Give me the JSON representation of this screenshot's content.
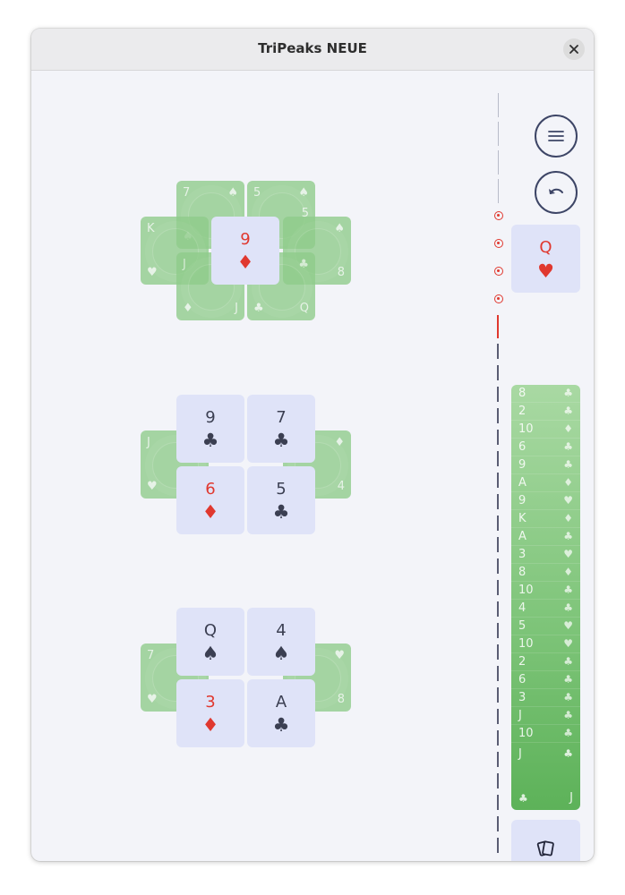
{
  "window": {
    "title": "TriPeaks NEUE"
  },
  "peaks": [
    {
      "back_cards": [
        {
          "rank_tl": "7",
          "suit_tr": "♠",
          "suit_bl": "♠",
          "rank_br": ""
        },
        {
          "rank_tl": "5",
          "suit_tr": "♠",
          "suit_bl": "",
          "rank_br": "5"
        },
        {
          "rank_tl": "K",
          "suit_tr": "",
          "suit_bl": "♥",
          "rank_br": ""
        },
        {
          "rank_tl": "",
          "suit_tr": "♠",
          "suit_bl": "",
          "rank_br": "8"
        },
        {
          "rank_tl": "J",
          "suit_tr": "",
          "suit_bl": "♦",
          "rank_br": "J"
        },
        {
          "rank_tl": "",
          "suit_tr": "♣",
          "suit_bl": "♣",
          "rank_br": "Q"
        }
      ],
      "face_cards": [
        {
          "rank": "9",
          "suit": "♦",
          "color": "red"
        }
      ]
    },
    {
      "back_cards": [
        {
          "rank_tl": "J",
          "suit_tr": "",
          "suit_bl": "♥",
          "rank_br": ""
        },
        {
          "rank_tl": "",
          "suit_tr": "♦",
          "suit_bl": "",
          "rank_br": "4"
        }
      ],
      "face_cards": [
        {
          "rank": "9",
          "suit": "♣",
          "color": "black"
        },
        {
          "rank": "7",
          "suit": "♣",
          "color": "black"
        },
        {
          "rank": "6",
          "suit": "♦",
          "color": "red"
        },
        {
          "rank": "5",
          "suit": "♣",
          "color": "black"
        }
      ]
    },
    {
      "back_cards": [
        {
          "rank_tl": "7",
          "suit_tr": "",
          "suit_bl": "♥",
          "rank_br": ""
        },
        {
          "rank_tl": "",
          "suit_tr": "♥",
          "suit_bl": "",
          "rank_br": "8"
        }
      ],
      "face_cards": [
        {
          "rank": "Q",
          "suit": "♠",
          "color": "black"
        },
        {
          "rank": "4",
          "suit": "♠",
          "color": "black"
        },
        {
          "rank": "3",
          "suit": "♦",
          "color": "red"
        },
        {
          "rank": "A",
          "suit": "♣",
          "color": "black"
        }
      ]
    }
  ],
  "waste": {
    "rank": "Q",
    "suit": "♥",
    "color": "red"
  },
  "stock": {
    "rows": [
      {
        "rank": "8",
        "suit": "♣"
      },
      {
        "rank": "2",
        "suit": "♣"
      },
      {
        "rank": "10",
        "suit": "♦"
      },
      {
        "rank": "6",
        "suit": "♣"
      },
      {
        "rank": "9",
        "suit": "♣"
      },
      {
        "rank": "A",
        "suit": "♦"
      },
      {
        "rank": "9",
        "suit": "♥"
      },
      {
        "rank": "K",
        "suit": "♦"
      },
      {
        "rank": "A",
        "suit": "♣"
      },
      {
        "rank": "3",
        "suit": "♥"
      },
      {
        "rank": "8",
        "suit": "♦"
      },
      {
        "rank": "10",
        "suit": "♣"
      },
      {
        "rank": "4",
        "suit": "♣"
      },
      {
        "rank": "5",
        "suit": "♥"
      },
      {
        "rank": "10",
        "suit": "♥"
      },
      {
        "rank": "2",
        "suit": "♣"
      },
      {
        "rank": "6",
        "suit": "♣"
      },
      {
        "rank": "3",
        "suit": "♣"
      },
      {
        "rank": "J",
        "suit": "♣"
      },
      {
        "rank": "10",
        "suit": "♣"
      }
    ],
    "last": {
      "rank": "J",
      "suit": "♣"
    }
  },
  "icons": {
    "menu": "menu-icon",
    "undo": "undo-icon",
    "close": "close-icon",
    "deal": "cards-icon"
  },
  "colors": {
    "accent_red": "#e0382f",
    "card_face": "#dfe3f8",
    "card_back": "#8fcc8a",
    "ink": "#3b3f52"
  }
}
